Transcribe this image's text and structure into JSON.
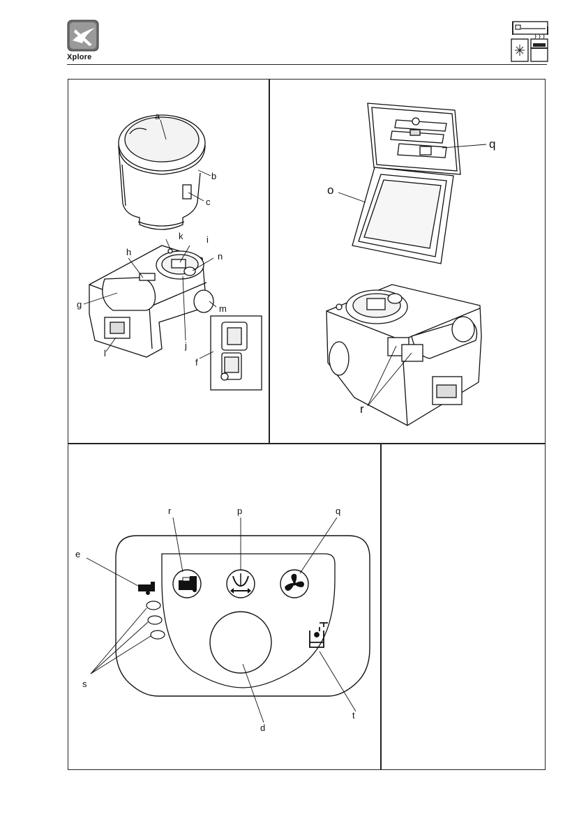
{
  "header": {
    "brand_logo_text": "Xplore",
    "icons": [
      "bed-icon",
      "refrigerator-icon",
      "stove-icon"
    ]
  },
  "panel_1": {
    "labels": {
      "a": "a",
      "b": "b",
      "c": "c",
      "h": "h",
      "i": "i",
      "k": "k",
      "n": "n",
      "g": "g",
      "m": "m",
      "j": "j",
      "l": "l",
      "f": "f"
    }
  },
  "panel_2": {
    "labels": {
      "o": "o",
      "q": "q",
      "r": "r"
    }
  },
  "panel_3": {
    "labels": {
      "r": "r",
      "p": "p",
      "q": "q",
      "e": "e",
      "s": "s",
      "t": "t",
      "d": "d"
    },
    "icons": [
      "cleaning-icon",
      "tank-level-icon",
      "fan-icon",
      "tank-full-icon",
      "flush-button",
      "water-tap-icon"
    ]
  }
}
